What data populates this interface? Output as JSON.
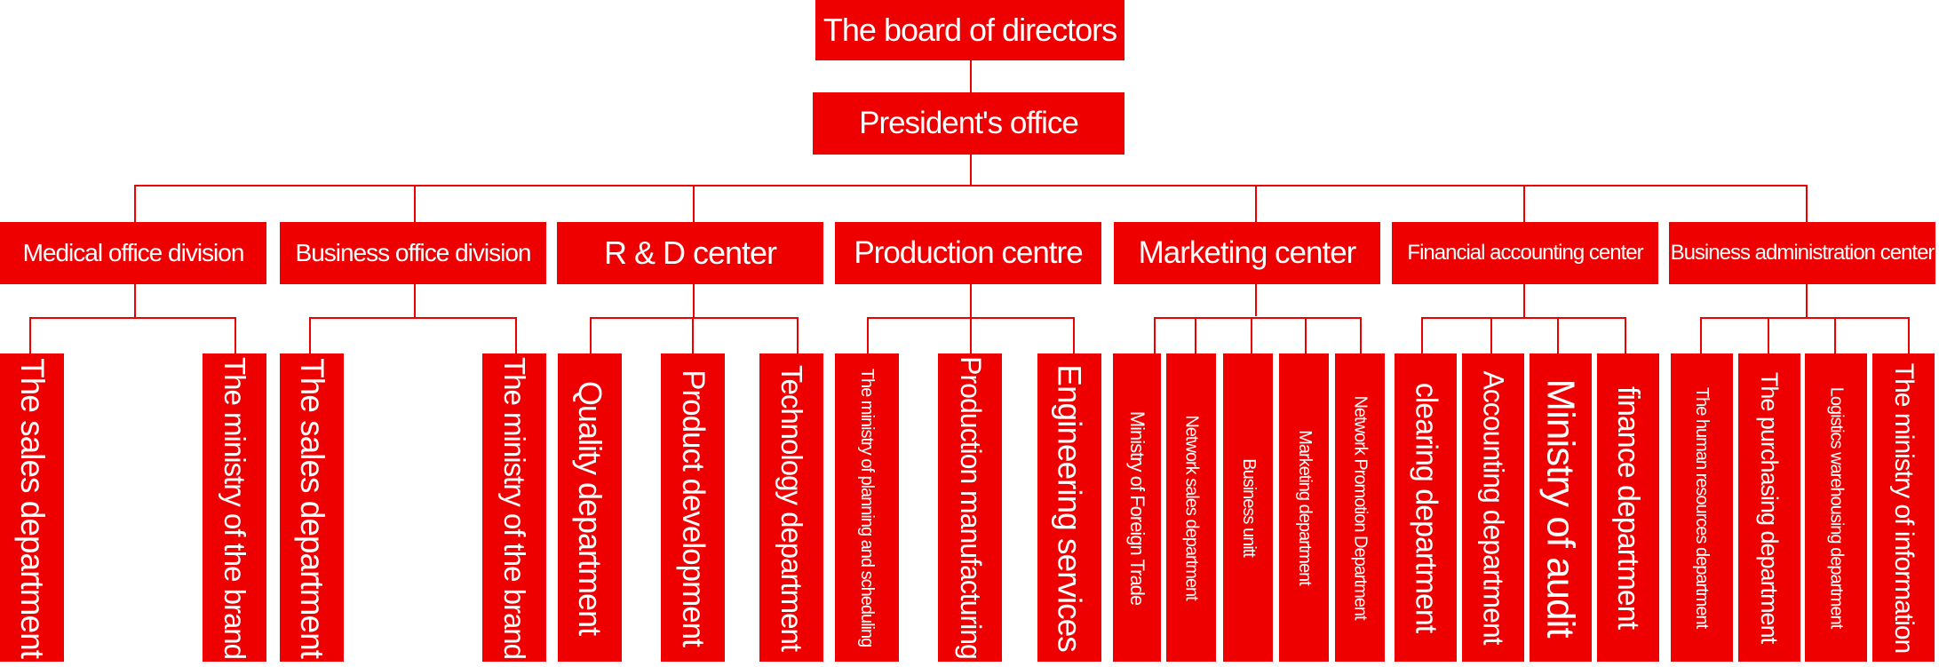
{
  "board": {
    "label": "The board of directors"
  },
  "president": {
    "label": "President's office"
  },
  "centers": [
    {
      "label": "Medical office division",
      "children": [
        "The sales department",
        "The ministry of the brand"
      ]
    },
    {
      "label": "Business office division",
      "children": [
        "The sales department",
        "The ministry of the brand"
      ]
    },
    {
      "label": "R & D center",
      "children": [
        "Quality department",
        "Product development",
        "Technology department"
      ]
    },
    {
      "label": "Production centre",
      "children": [
        "The ministry of planning and scheduling",
        "Production manufacturing",
        "Engineering services"
      ]
    },
    {
      "label": "Marketing center",
      "children": [
        "Ministry of Foreign Trade",
        "Network sales department",
        "Business unitt",
        "Marketing department",
        "Network Promotion Department"
      ]
    },
    {
      "label": "Financial accounting center",
      "children": [
        "clearing department",
        "Accounting department",
        "Ministry of audit",
        "finance department"
      ]
    },
    {
      "label": "Business administration center",
      "children": [
        "The human resources department",
        "The purchasing department",
        "Logistics warehousing department",
        "The ministry of information"
      ]
    }
  ],
  "colors": {
    "box": "#ee0000",
    "text": "#ffffff",
    "line": "#ee0000"
  }
}
